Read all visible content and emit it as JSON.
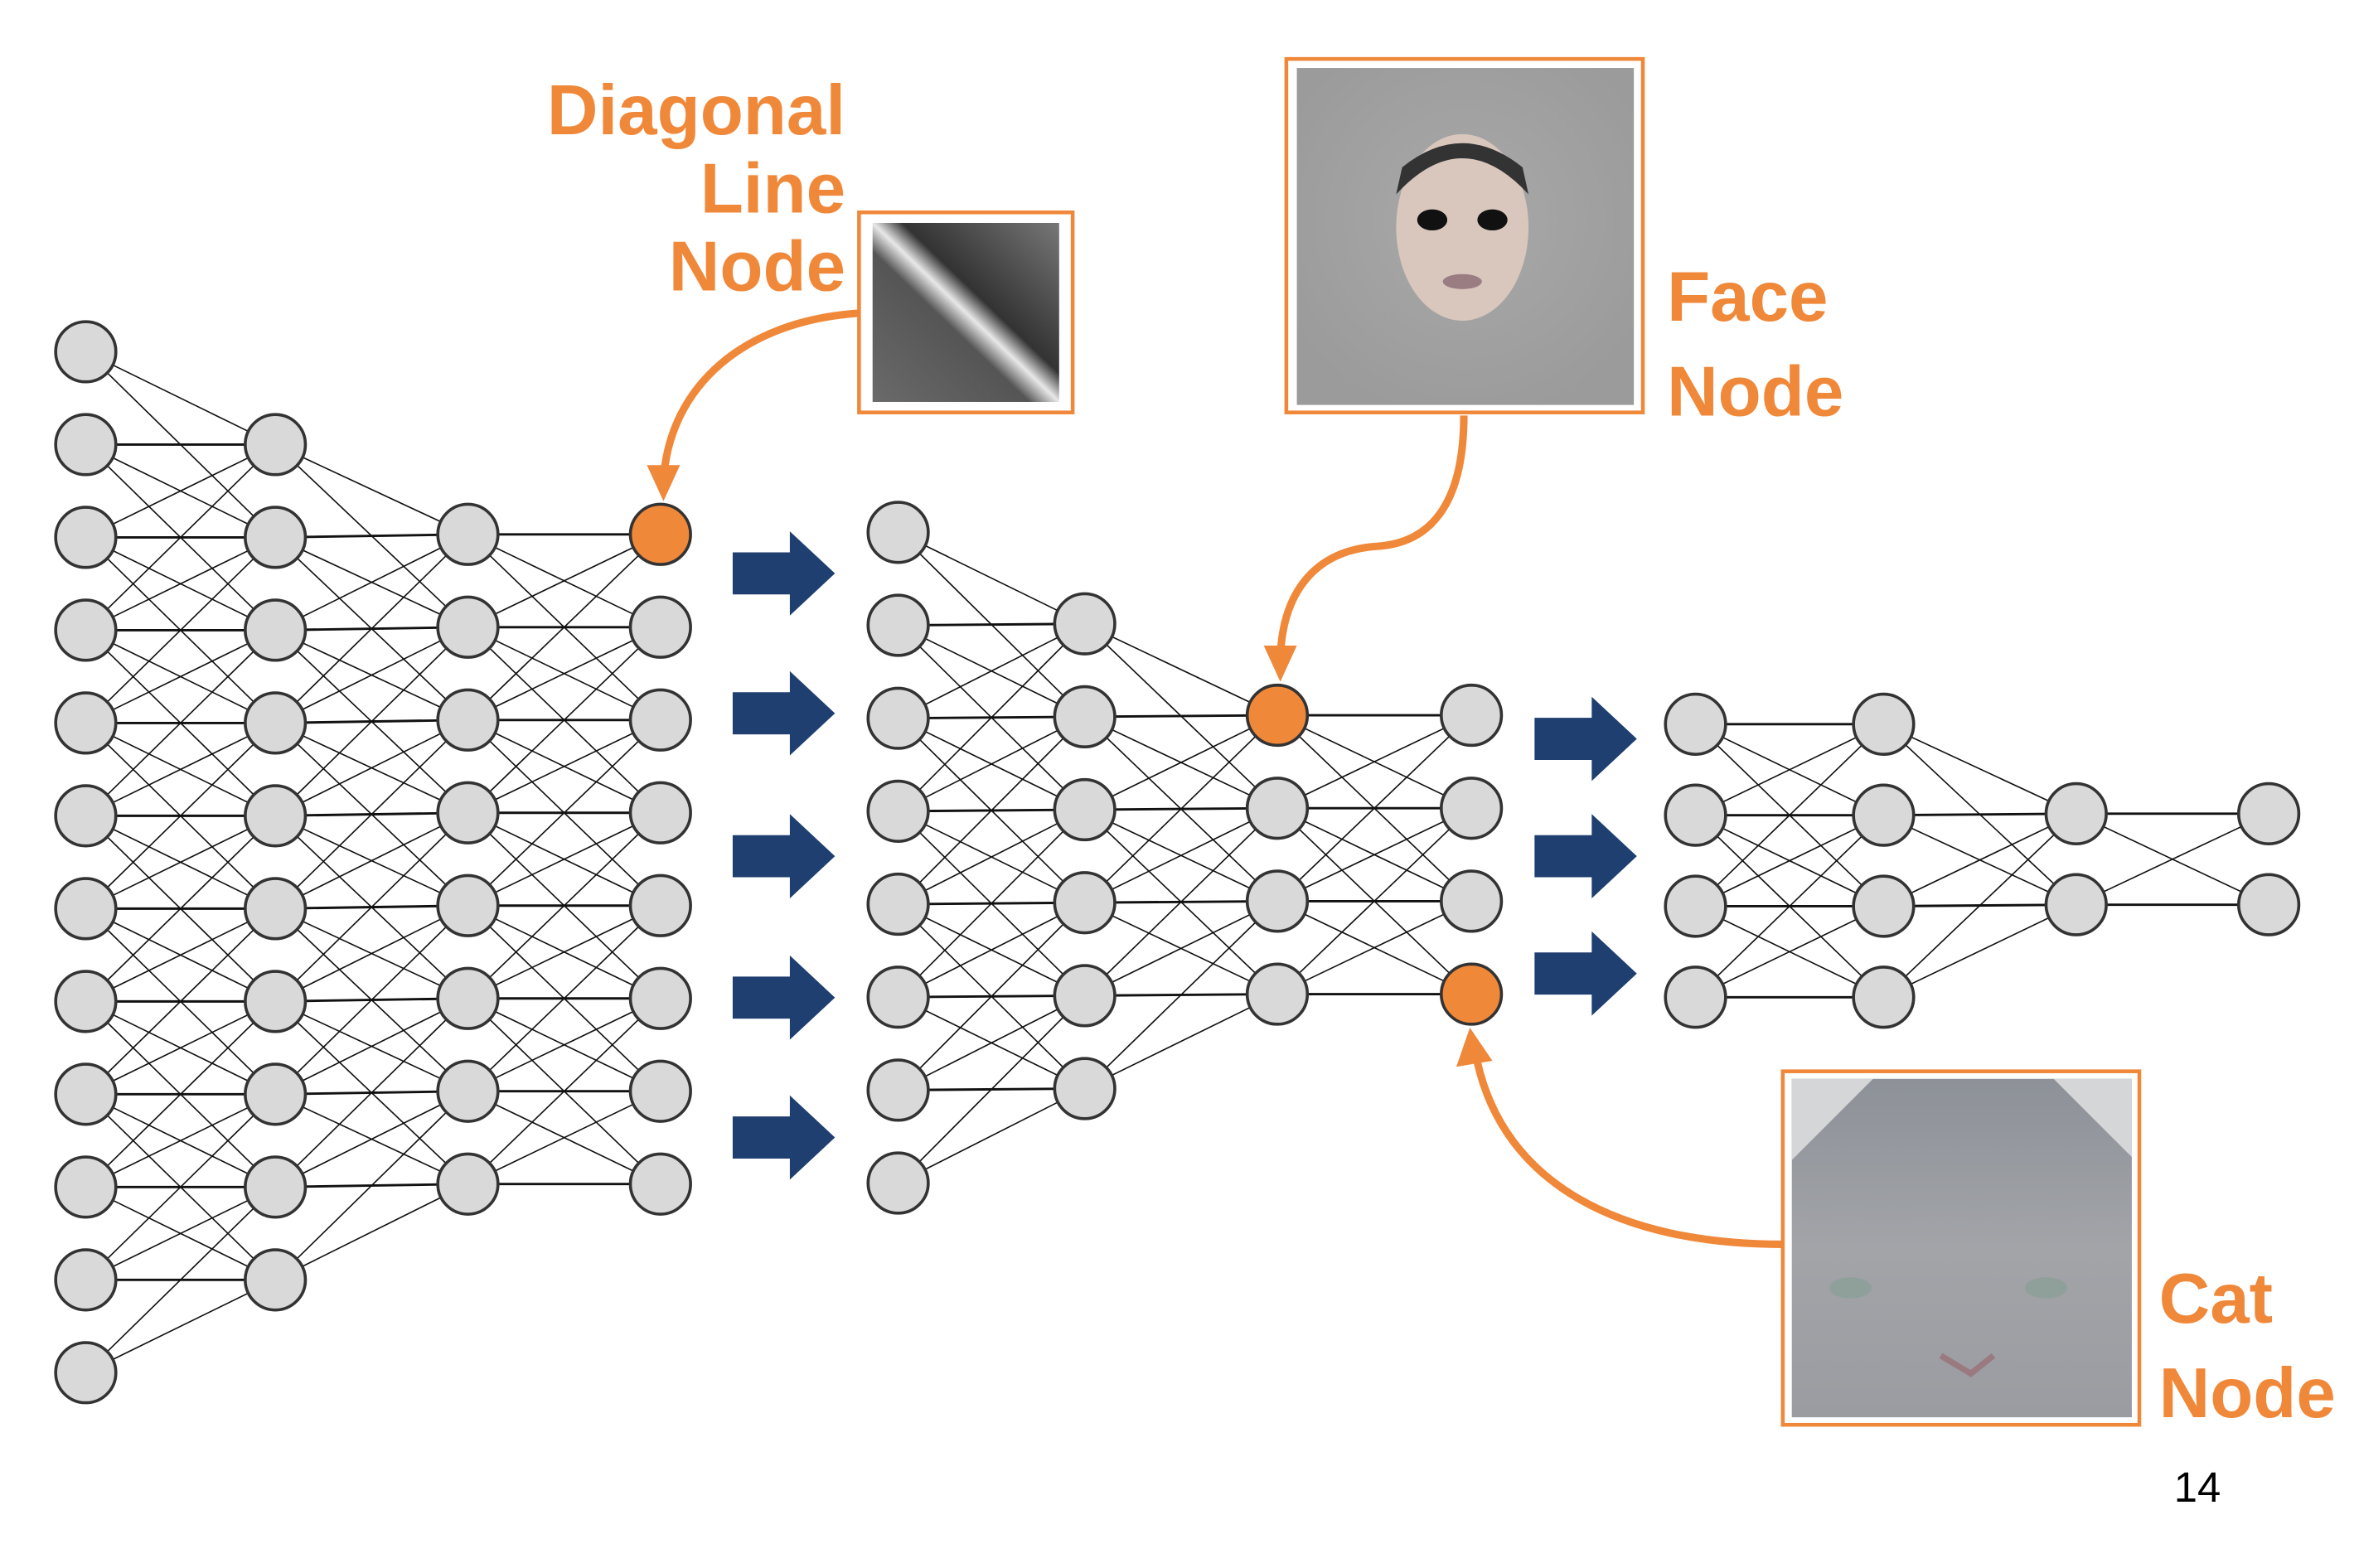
{
  "labels": {
    "diagonal": [
      "Diagonal",
      "Line",
      "Node"
    ],
    "face": [
      "Face",
      "Node"
    ],
    "cat": [
      "Cat",
      "Node"
    ]
  },
  "page_number": "14",
  "colors": {
    "accent": "#F0883A",
    "arrow": "#1E3F6F",
    "node_fill": "#D9D9D9",
    "node_stroke": "#333333",
    "edge": "#111111"
  },
  "networks": [
    {
      "layers": [
        12,
        10,
        8,
        8
      ],
      "highlighted": [
        {
          "layer": 3,
          "index": 0,
          "label": "diagonal"
        }
      ]
    },
    {
      "layers": [
        8,
        6,
        4,
        4
      ],
      "highlighted": [
        {
          "layer": 2,
          "index": 0,
          "label": "face"
        },
        {
          "layer": 3,
          "index": 3,
          "label": "cat"
        }
      ]
    },
    {
      "layers": [
        4,
        4,
        2,
        2
      ],
      "highlighted": []
    }
  ],
  "arrow_groups": [
    5,
    3
  ]
}
